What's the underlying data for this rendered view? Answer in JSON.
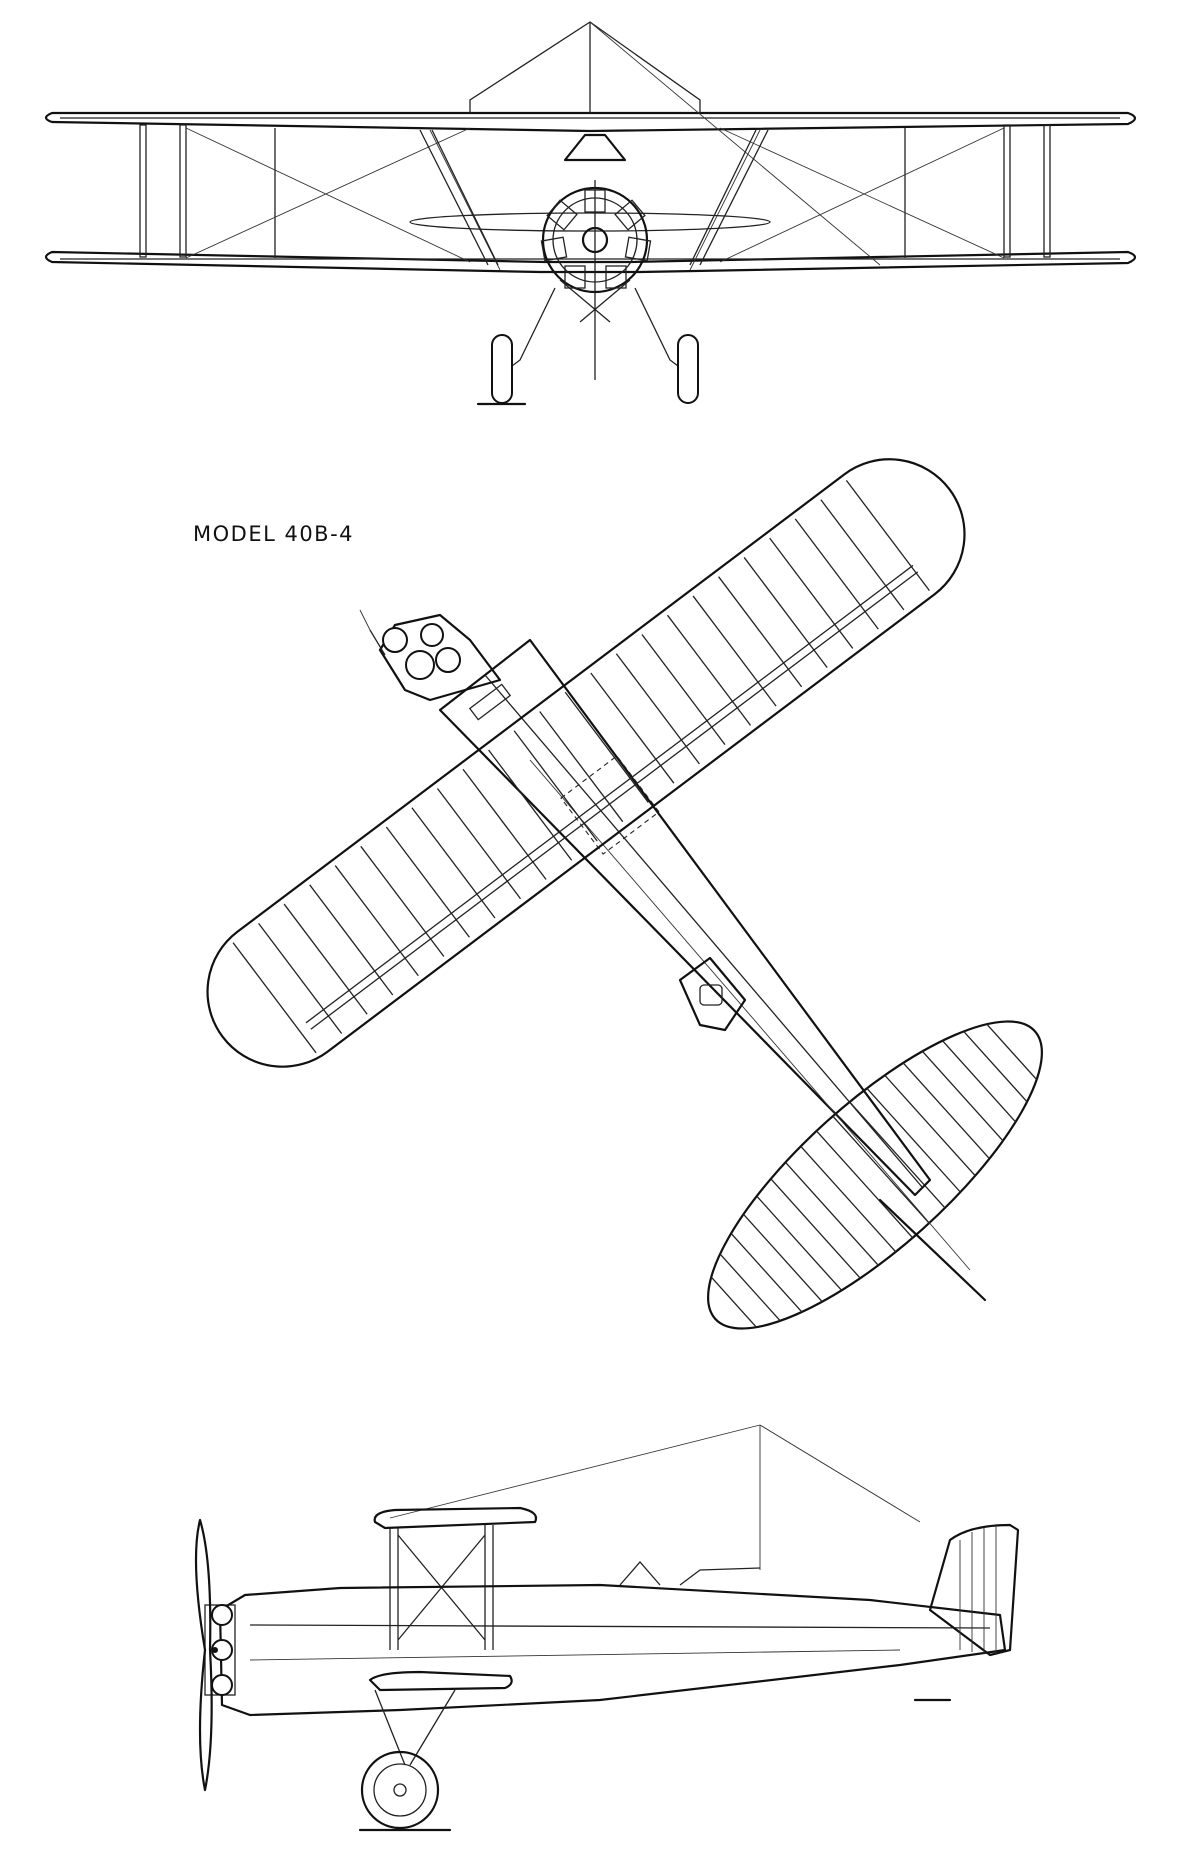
{
  "drawing": {
    "model_label": "MODEL 40B-4",
    "views": [
      "front-view",
      "top-view",
      "side-view"
    ]
  },
  "colors": {
    "ink": "#111111",
    "paper": "#ffffff"
  }
}
